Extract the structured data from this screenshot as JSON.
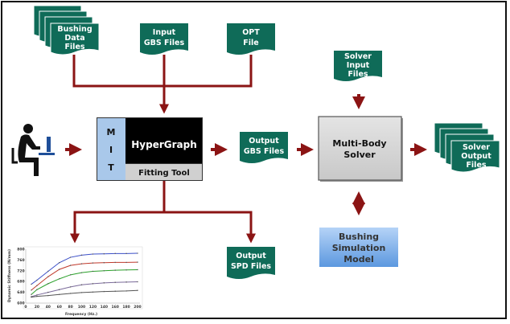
{
  "diagram": {
    "bushing_data_files": [
      "Bushing",
      "Data",
      "Files"
    ],
    "input_gbs_files": [
      "Input",
      "GBS Files"
    ],
    "opt_file": [
      "OPT",
      "File"
    ],
    "mit": [
      "M",
      "I",
      "T"
    ],
    "hypergraph": "HyperGraph",
    "fitting_tool": "Fitting Tool",
    "output_gbs_files": [
      "Output",
      "GBS Files"
    ],
    "solver_input_files": [
      "Solver",
      "Input",
      "Files"
    ],
    "multi_body_solver": [
      "Multi-Body",
      "Solver"
    ],
    "solver_output_files": [
      "Solver",
      "Output",
      "Files"
    ],
    "bushing_simulation_model": [
      "Bushing",
      "Simulation",
      "Model"
    ],
    "output_spd_files": [
      "Output",
      "SPD Files"
    ],
    "colors": {
      "doc_green": "#0f6b58",
      "arrow_red": "#8b1414",
      "mit_blue": "#a9c8ea",
      "model_blue": "#6fa6e6"
    }
  },
  "chart_data": {
    "type": "line",
    "xlabel": "Frequency (Hz.)",
    "ylabel": "Dynamic Stiffness (N/mm)",
    "xlim": [
      0,
      200
    ],
    "ylim": [
      600,
      800
    ],
    "xticks": [
      0,
      20,
      40,
      60,
      80,
      100,
      120,
      140,
      160,
      180,
      200
    ],
    "yticks": [
      600,
      640,
      680,
      720,
      760,
      800
    ],
    "x": [
      10,
      20,
      40,
      60,
      80,
      100,
      120,
      140,
      160,
      180,
      200
    ],
    "series": [
      {
        "color": "#3b4fc8",
        "values": [
          670,
          685,
          718,
          750,
          770,
          778,
          782,
          783,
          784,
          784,
          785
        ]
      },
      {
        "color": "#c0392b",
        "values": [
          648,
          665,
          698,
          725,
          740,
          746,
          749,
          750,
          751,
          751,
          752
        ]
      },
      {
        "color": "#2aa02a",
        "values": [
          632,
          650,
          672,
          690,
          705,
          713,
          718,
          720,
          722,
          723,
          724
        ]
      },
      {
        "color": "#7a6a9a",
        "values": [
          624,
          630,
          640,
          650,
          660,
          668,
          672,
          675,
          677,
          678,
          679
        ]
      },
      {
        "color": "#555555",
        "values": [
          622,
          625,
          628,
          632,
          636,
          639,
          641,
          643,
          644,
          645,
          647
        ]
      }
    ]
  }
}
